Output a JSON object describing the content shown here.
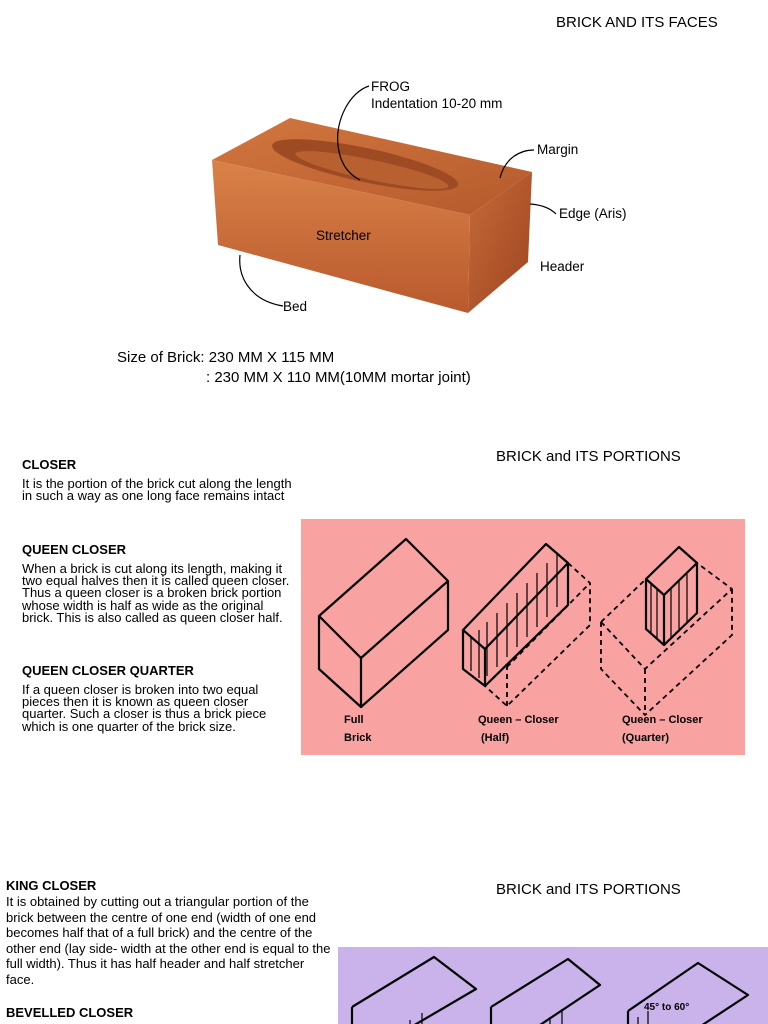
{
  "page1": {
    "title": "BRICK AND ITS FACES",
    "labels": {
      "frog": "FROG",
      "frog_sub": "Indentation 10-20 mm",
      "margin": "Margin",
      "edge": "Edge (Aris)",
      "stretcher": "Stretcher",
      "header": "Header",
      "bed": "Bed"
    },
    "size_line1": "Size of Brick: 230 MM X 115 MM",
    "size_line2": ": 230 MM X 110 MM(10MM mortar joint)"
  },
  "page2": {
    "title": "BRICK and ITS PORTIONS",
    "closer": {
      "heading": "CLOSER",
      "text": "It is the portion of the brick cut along the length in such a way as one long face remains intact"
    },
    "queen_closer": {
      "heading": "QUEEN CLOSER",
      "text": "When a brick is cut along its length, making it two equal halves then it is called queen closer. Thus a queen closer is a broken brick portion whose width is half as wide as the original brick. This is also called as queen closer half."
    },
    "queen_quarter": {
      "heading": "QUEEN CLOSER QUARTER",
      "text": "If a queen closer is broken into two equal pieces then it is known as queen closer quarter. Such a closer is thus a brick piece which is one quarter of the brick size."
    },
    "figure": {
      "bg": "#f8a3a1",
      "full_1": "Full",
      "full_2": "Brick",
      "half_1": "Queen – Closer",
      "half_2": "(Half)",
      "quarter_1": "Queen – Closer",
      "quarter_2": "(Quarter)"
    }
  },
  "page3": {
    "title": "BRICK and ITS PORTIONS",
    "king_closer": {
      "heading": "KING CLOSER",
      "text": "It is obtained by cutting out a triangular portion of the brick between the centre of one end (width of one end becomes half that of a full brick) and the centre of the other end (lay side- width at the other end is equal to the full width). Thus it has half header and half stretcher face."
    },
    "bevelled_closer": {
      "heading": "BEVELLED CLOSER"
    },
    "figure": {
      "bg": "#c9b3ea",
      "angle": "45° to 60°"
    }
  }
}
